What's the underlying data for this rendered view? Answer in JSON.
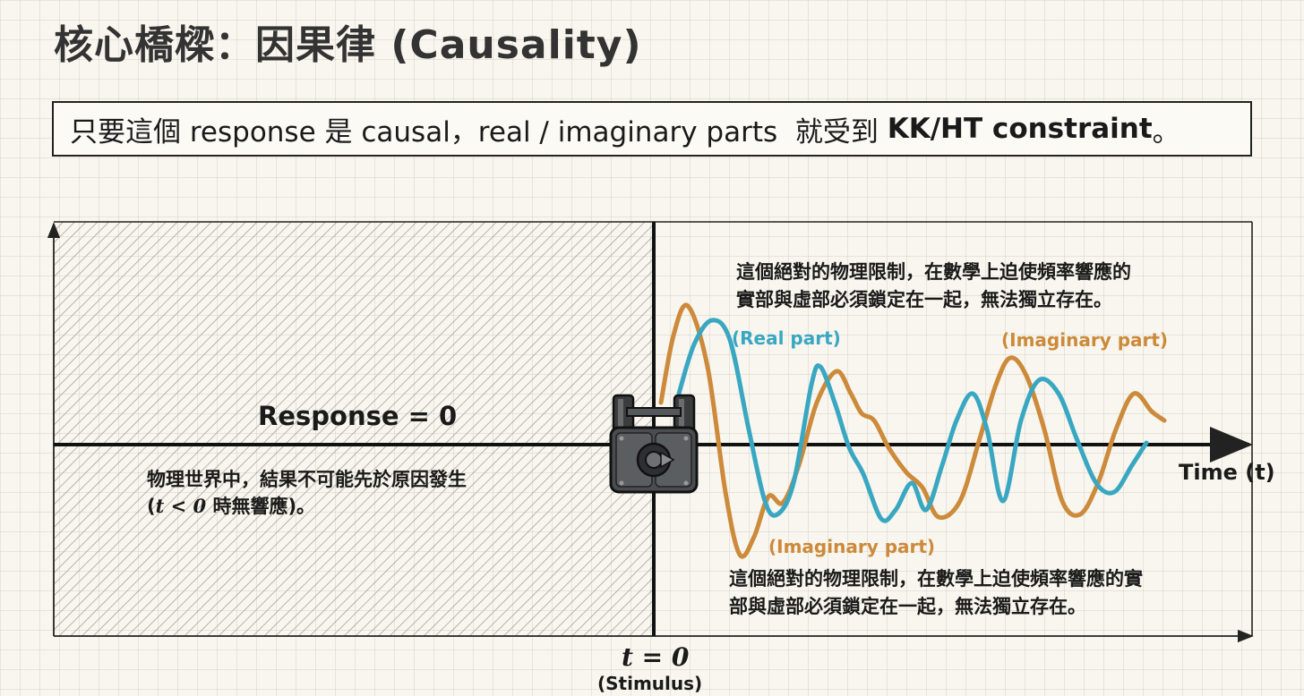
{
  "title": "核心橋樑：因果律 (Causality)",
  "banner": {
    "prefix": "只要這個 response 是 causal，real / imaginary parts  就受到 ",
    "bold": "KK/HT constraint",
    "suffix": "。"
  },
  "left_region": {
    "response_label": "Response = 0",
    "note_line1": "物理世界中，結果不可能先於原因發生",
    "note_math": "t < 0",
    "note_line2_rest": " 時無響應)。"
  },
  "right_region": {
    "note_top_line1": "這個絕對的物理限制，在數學上迫使頻率響應的",
    "note_top_line2": "實部與虛部必須鎖定在一起，無法獨立存在。",
    "note_bottom_line1": "這個絕對的物理限制，在數學上迫使頻率響應的實",
    "note_bottom_line2": "部與虛部必須鎖定在一起，無法獨立存在。"
  },
  "series_labels": {
    "real": "(Real part)",
    "imaginary_top": "(Imaginary part)",
    "imaginary_bottom": "(Imaginary part)"
  },
  "axis": {
    "time_label": "Time (t)",
    "origin_label": "t = 0",
    "stimulus_label": "(Stimulus)"
  },
  "icon": "padlock-icon",
  "colors": {
    "real": "#3aa7c2",
    "imaginary": "#cc8a3a",
    "ink": "#1a1a1a"
  }
}
